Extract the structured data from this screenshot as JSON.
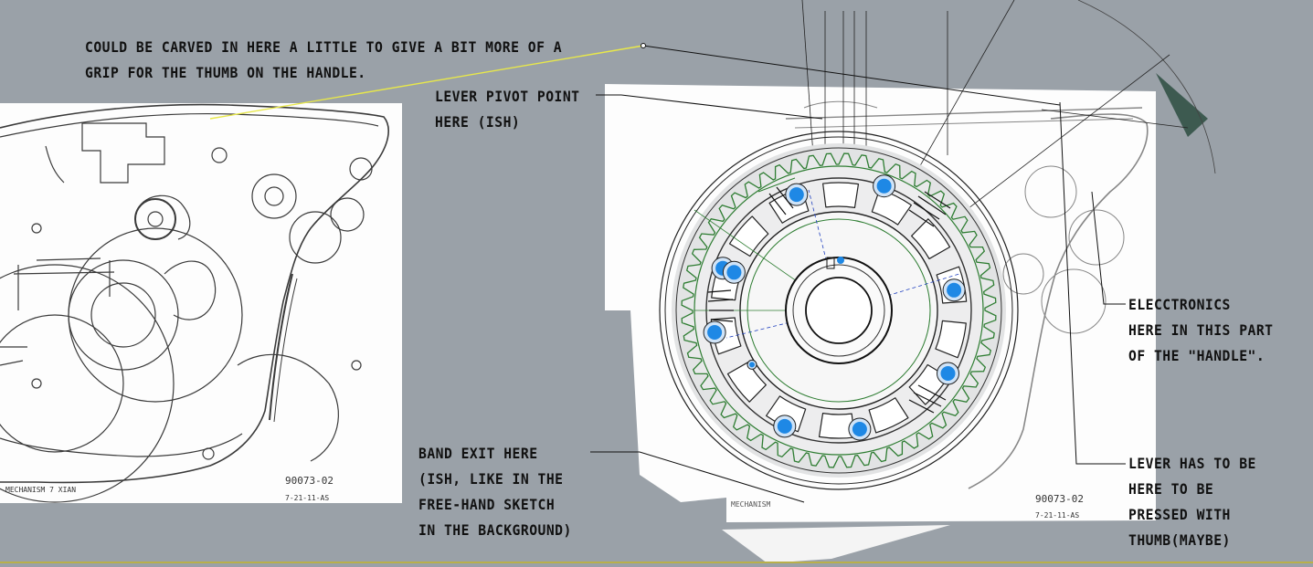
{
  "annotations": {
    "thumb_grip": [
      "COULD BE CARVED IN HERE A LITTLE TO GIVE A BIT MORE OF A",
      "GRIP FOR THE THUMB ON THE HANDLE."
    ],
    "lever_pivot": [
      "LEVER PIVOT POINT",
      "HERE (ISH)"
    ],
    "band_exit": [
      "BAND EXIT HERE",
      "(ISH, LIKE IN THE",
      "FREE-HAND SKETCH",
      "IN THE BACKGROUND)"
    ],
    "electronics": [
      "ELECCTRONICS",
      "HERE IN THIS PART",
      "OF THE \"HANDLE\"."
    ],
    "lever_thumb": [
      "LEVER HAS TO BE",
      "HERE TO BE",
      "PRESSED WITH",
      "THUMB(MAYBE)"
    ]
  },
  "sketch_labels": {
    "left_code": "90073-02",
    "left_date": "7-21-11-AS",
    "left_caption": "MECHANISM 7 XIAN",
    "right_code": "90073-02",
    "right_date": "7-21-11-AS",
    "right_caption": "MECHANISM"
  },
  "colors": {
    "background": "#9aa1a8",
    "paper": "#ffffff",
    "gear": "#2e7d32",
    "blue_dot": "#1e88e5",
    "leader_highlight": "#e8e84a",
    "triangle": "#3d5a50",
    "bottom_border": "#b9b04a"
  }
}
